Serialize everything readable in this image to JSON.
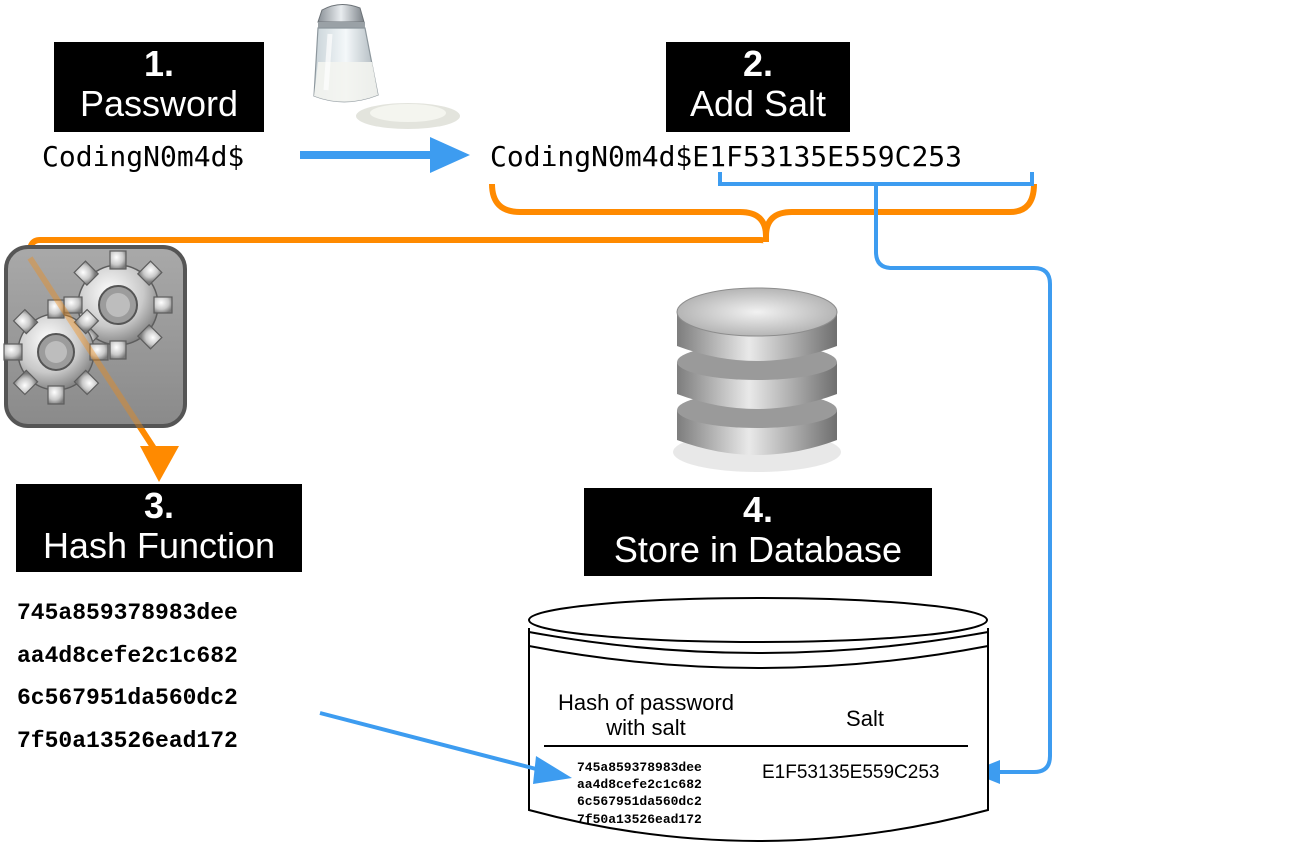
{
  "steps": {
    "password": {
      "num": "1.",
      "title": "Password"
    },
    "salt": {
      "num": "2.",
      "title": "Add Salt"
    },
    "hash": {
      "num": "3.",
      "title": "Hash Function"
    },
    "store": {
      "num": "4.",
      "title": "Store in Database"
    }
  },
  "password_value": "CodingN0m4d$",
  "salted_password_prefix": "CodingN0m4d$",
  "salt_value": "E1F53135E559C253",
  "hash_lines": [
    "745a859378983dee",
    "aa4d8cefe2c1c682",
    "6c567951da560dc2",
    "7f50a13526ead172"
  ],
  "database": {
    "col_hash_header_line1": "Hash of password",
    "col_hash_header_line2": "with salt",
    "col_salt_header": "Salt",
    "hash_lines": [
      "745a859378983dee",
      "aa4d8cefe2c1c682",
      "6c567951da560dc2",
      "7f50a13526ead172"
    ],
    "salt_value": "E1F53135E559C253"
  },
  "icons": [
    "salt-shaker-icon",
    "gears-icon",
    "database-icon"
  ],
  "colors": {
    "blue_arrow": "#3d9cf0",
    "orange_arrow": "#ff8a00",
    "label_bg": "#000000"
  }
}
